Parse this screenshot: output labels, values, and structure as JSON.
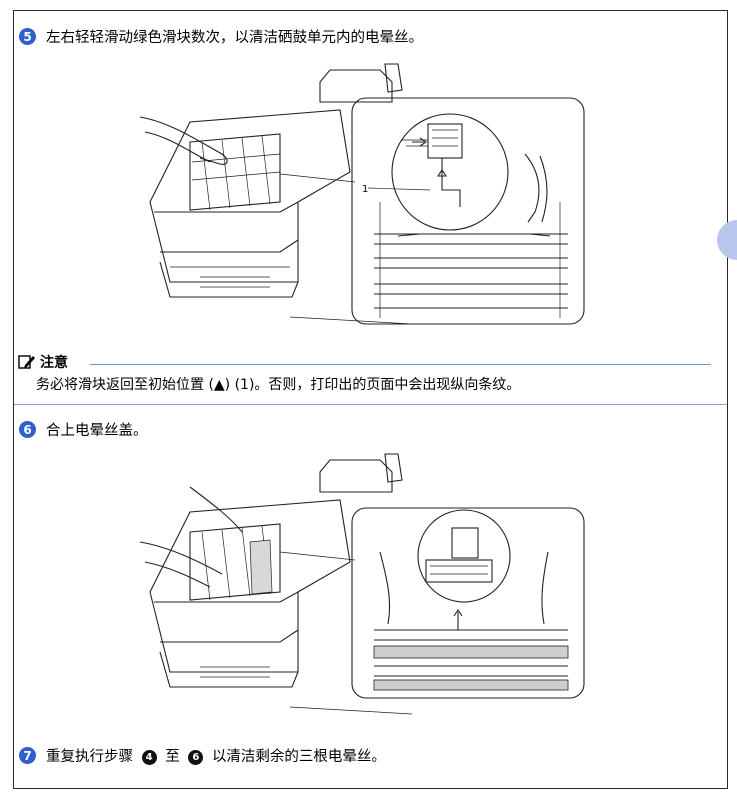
{
  "steps": [
    {
      "num": "5",
      "text": "左右轻轻滑动绿色滑块数次，以清洁硒鼓单元内的电晕丝。"
    },
    {
      "num": "6",
      "text": "合上电晕丝盖。"
    },
    {
      "num": "7",
      "text_a": "重复执行步骤",
      "ref1": "4",
      "text_b": "至",
      "ref2": "6",
      "text_c": "以清洁剩余的三根电晕丝。"
    }
  ],
  "note": {
    "title": "注意",
    "text": "务必将滑块返回至初始位置 (▲) (1)。否则，打印出的页面中会出现纵向条纹。"
  },
  "figure1": {
    "callout": "1"
  },
  "colors": {
    "step_badge": "#2f5fcc",
    "rule": "#6f8fd8",
    "side_tab": "#b9c7ec"
  }
}
